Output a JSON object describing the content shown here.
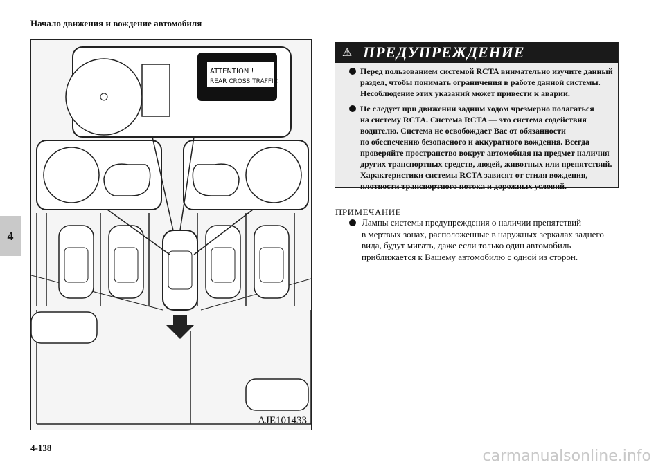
{
  "header": {
    "section_title": "Начало движения и вождение автомобиля"
  },
  "chapter_tab": {
    "number": "4"
  },
  "page": {
    "number": "4-138"
  },
  "figure": {
    "display_text": [
      "ATTENTION !",
      "REAR CROSS TRAFFIC"
    ],
    "code": "AJE101433"
  },
  "warning": {
    "icon": "warning-triangle-icon",
    "title": "ПРЕДУПРЕЖДЕНИЕ",
    "items": [
      {
        "lines": [
          "Перед пользованием системой RCTA внимательно изучите данный",
          "раздел, чтобы понимать ограничения в работе данной системы.",
          "Несоблюдение этих указаний может привести к аварии."
        ]
      },
      {
        "lines": [
          "Не следует при движении задним ходом чрезмерно полагаться",
          "на систему RCTA. Система RCTA — это система содействия",
          "водителю. Система не освобождает Вас от обязанности",
          "по обеспечению безопасного и аккуратного вождения. Всегда",
          "проверяйте пространство вокруг автомобиля на предмет наличия",
          "других транспортных средств, людей, животных или препятствий.",
          "Характеристики системы RCTA зависят от стиля вождения,",
          "плотности транспортного потока и дорожных условий."
        ]
      }
    ]
  },
  "note": {
    "heading": "ПРИМЕЧАНИЕ",
    "lines": [
      "Лампы системы предупреждения о наличии препятствий",
      "в мертвых зонах, расположенные в наружных зеркалах заднего",
      "вида, будут мигать, даже если только один автомобиль",
      "приближается к Вашему автомобилю с одной из сторон."
    ]
  },
  "watermark": "carmanualsonline.info"
}
